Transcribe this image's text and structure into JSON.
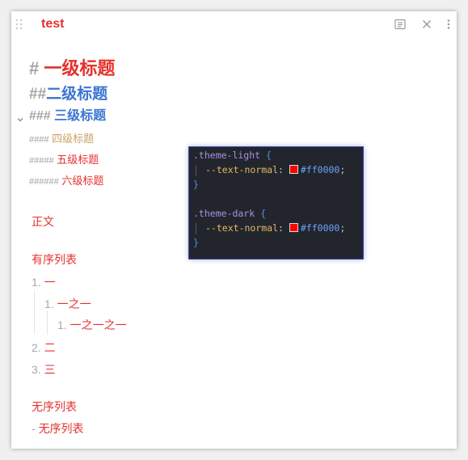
{
  "header": {
    "title": "test",
    "icons": [
      "drag-handle-icon",
      "reading-view-icon",
      "close-icon",
      "more-options-icon"
    ]
  },
  "headings": [
    {
      "marker": "#",
      "text": "一级标题"
    },
    {
      "marker": "##",
      "text": "二级标题"
    },
    {
      "marker": "###",
      "text": "三级标题"
    },
    {
      "marker": "####",
      "text": "四级标题"
    },
    {
      "marker": "#####",
      "text": "五级标题"
    },
    {
      "marker": "######",
      "text": "六级标题"
    }
  ],
  "body": {
    "paragraph": "正文",
    "ordered_title": "有序列表",
    "ordered_items": [
      {
        "num": "1.",
        "text": "一"
      },
      {
        "num": "1.",
        "text": "一之一"
      },
      {
        "num": "1.",
        "text": "一之一之一"
      },
      {
        "num": "2.",
        "text": "二"
      },
      {
        "num": "3.",
        "text": "三"
      }
    ],
    "unordered_title": "无序列表",
    "unordered_items": [
      {
        "dash": "-",
        "text": "无序列表"
      }
    ]
  },
  "code_popup": {
    "lines": [
      {
        "selector": ".theme-light",
        "brace": "{"
      },
      {
        "prop": "--text-normal",
        "colon": ":",
        "value": "#ff0000",
        "semi": ";"
      },
      {
        "brace": "}"
      },
      {
        "selector": ".theme-dark",
        "brace": "{"
      },
      {
        "prop": "--text-normal",
        "colon": ":",
        "value": "#ff0000",
        "semi": ";"
      },
      {
        "brace": "}"
      }
    ],
    "swatch_color": "#ff0000"
  },
  "colors": {
    "text_normal": "#e5322d",
    "h2_h3": "#3c76d2",
    "h4": "#c9a363",
    "marker": "#a3a3a3"
  }
}
